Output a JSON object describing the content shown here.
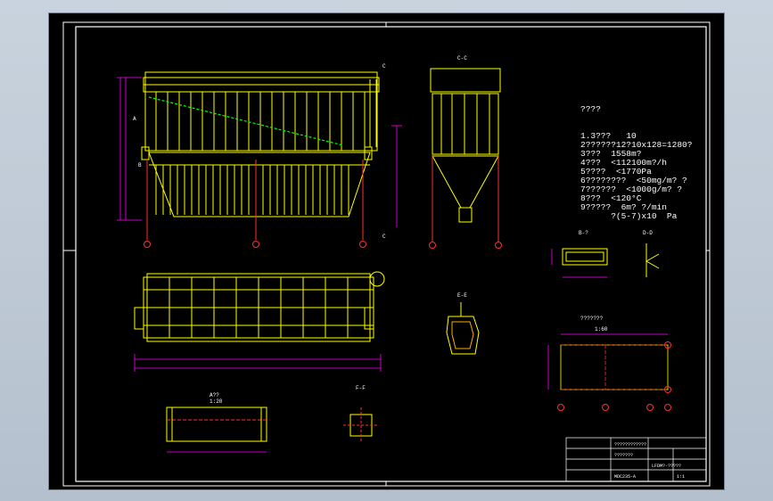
{
  "notes": {
    "heading": "????",
    "lines": [
      "1.3???   10",
      "2??????12?10x128=1280?",
      "3???  1558m?",
      "4???  <112100m?/h",
      "5????  <1770Pa",
      "6????????  <50mg/m? ?",
      "7??????  <1000g/m? ?",
      "8???  <120°C",
      "9?????  6m? ?/min",
      "      ?(5-7)x10  Pa"
    ]
  },
  "labels": {
    "section_cc": "C-C",
    "section_bb": "B-?",
    "section_dd": "D-D",
    "section_ee": "E-E",
    "section_ff": "F-F",
    "plan_title": "???????",
    "plan_scale": "1:60",
    "bottom_title": "A??",
    "bottom_scale": "1:20",
    "mark_c_top": "C",
    "mark_c_bottom": "C",
    "mark_b": "B",
    "mark_a": "A"
  },
  "title_block": {
    "company": "????????????",
    "drawing_name": "???????",
    "drawing_no": "LFDM?-?????",
    "part_code": "MDC235-A",
    "sheet": "1:1"
  },
  "colors": {
    "structure": "#ffff00",
    "green": "#00ff00",
    "dimension": "#ff00ff",
    "axis": "#ff3030",
    "text": "#ffffff"
  }
}
